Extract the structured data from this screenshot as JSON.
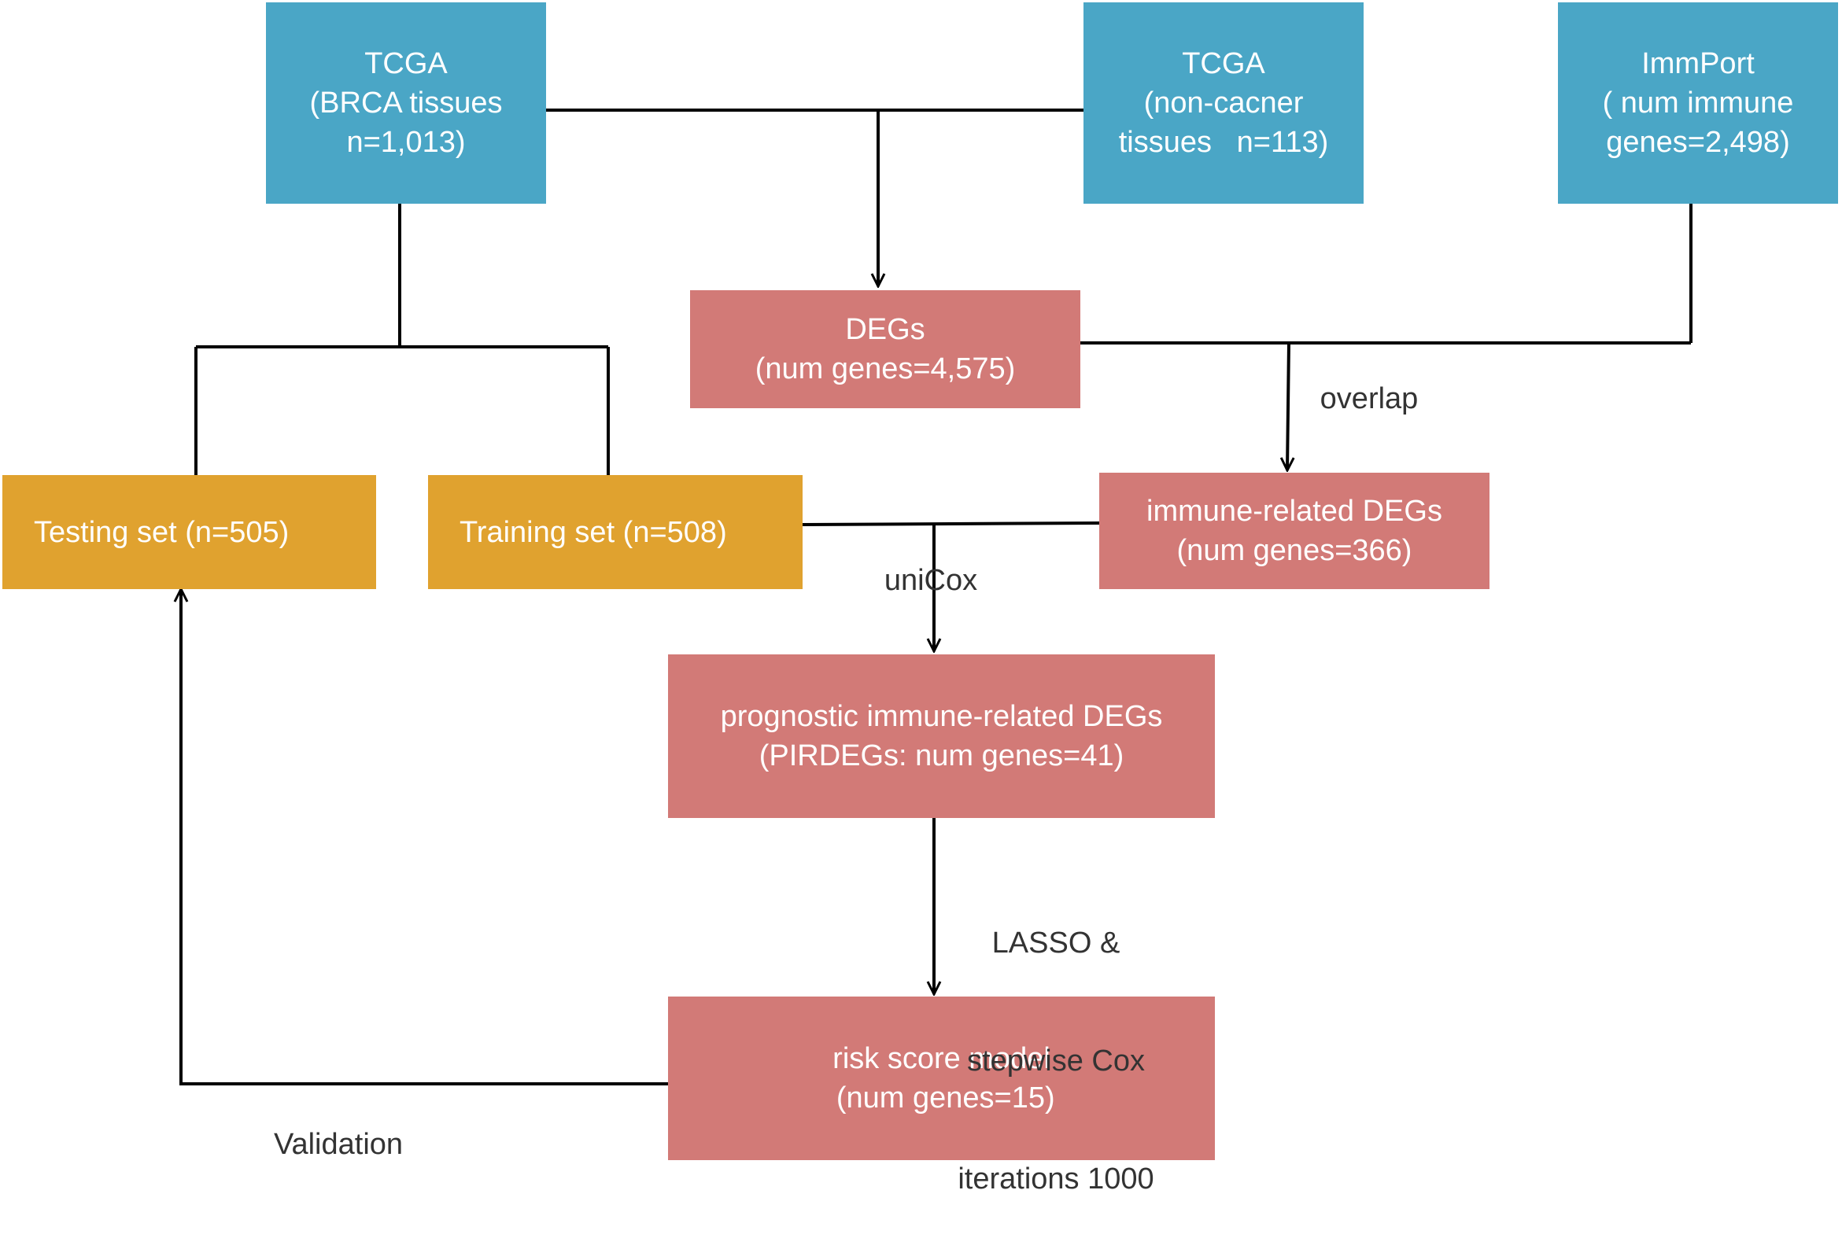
{
  "colors": {
    "blue": "#4aa6c6",
    "red": "#d27a77",
    "orange": "#e0a22f",
    "line": "#000000"
  },
  "nodes": {
    "tcga_brca": {
      "lines": [
        "TCGA",
        "(BRCA tissues",
        "n=1,013)"
      ]
    },
    "tcga_noncancer": {
      "lines": [
        "TCGA",
        "(non-cacner",
        "tissues   n=113)"
      ]
    },
    "immport": {
      "lines": [
        "ImmPort",
        "( num immune",
        "genes=2,498)"
      ]
    },
    "degs": {
      "lines": [
        "DEGs",
        "(num genes=4,575)"
      ]
    },
    "testing_set": {
      "lines": [
        "Testing set (n=505)"
      ]
    },
    "training_set": {
      "lines": [
        "Training set (n=508)"
      ]
    },
    "immune_degs": {
      "lines": [
        "immune-related DEGs",
        "(num genes=366)"
      ]
    },
    "pirdegs": {
      "lines": [
        "prognostic immune-related DEGs",
        "(PIRDEGs: num genes=41)"
      ]
    },
    "risk_model": {
      "lines": [
        "risk score model",
        " (num genes=15)"
      ]
    }
  },
  "edge_labels": {
    "overlap": "overlap",
    "unicox": "uniCox",
    "lasso": [
      "LASSO &",
      "stepwise Cox",
      "iterations 1000"
    ],
    "validation": "Validation"
  }
}
